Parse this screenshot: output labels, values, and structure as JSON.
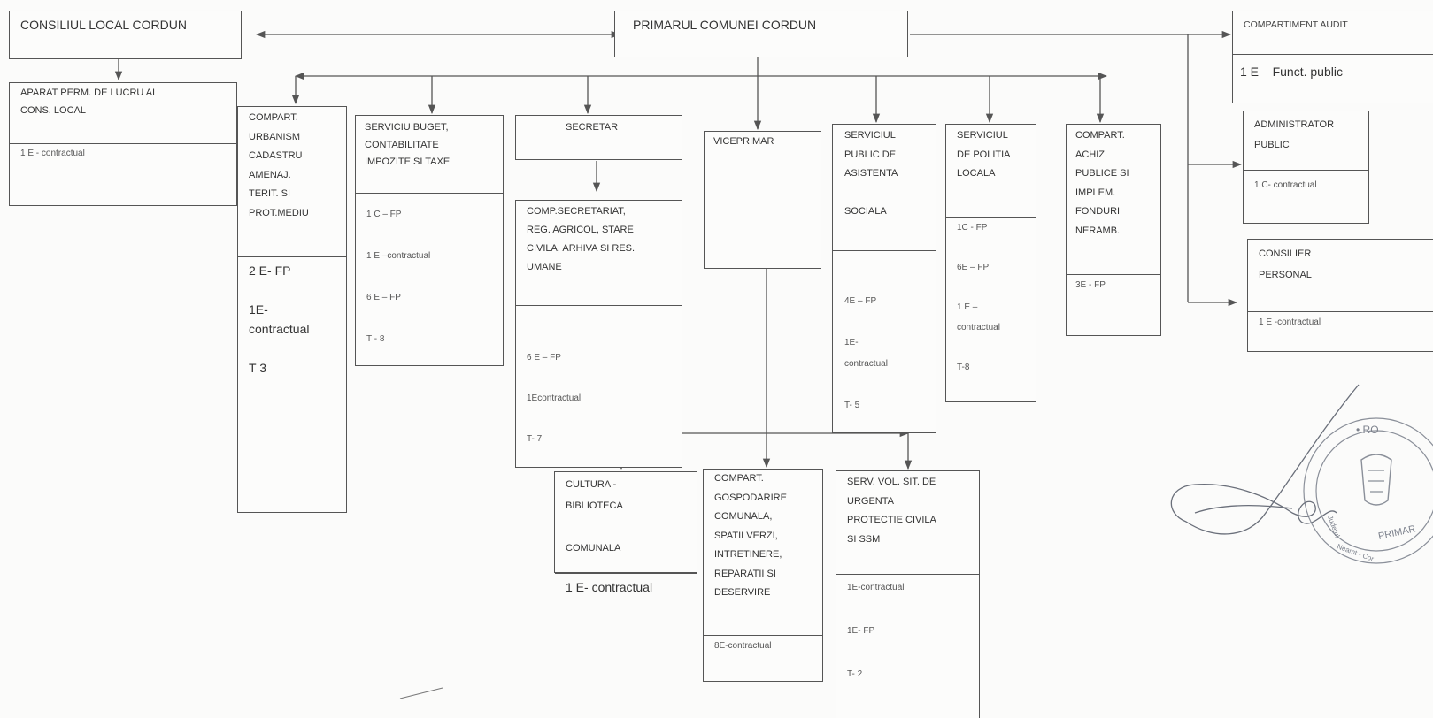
{
  "nodes": {
    "consiliu": {
      "title": "CONSILIUL LOCAL CORDUN"
    },
    "primar": {
      "title": "PRIMARUL COMUNEI CORDUN"
    },
    "audit": {
      "title": "COMPARTIMENT AUDIT",
      "staff": "1 E – Funct. public"
    },
    "aparat": {
      "title": "APARAT PERM. DE LUCRU AL\nCONS. LOCAL",
      "staff": "1 E - contractual"
    },
    "urbanism": {
      "title": "COMPART.\nURBANISM\nCADASTRU\nAMENAJ.\nTERIT. SI\nPROT.MEDIU",
      "staff": "2 E- FP\n\n1E-\ncontractual\n\nT 3"
    },
    "buget": {
      "title": "SERVICIU BUGET,\nCONTABILITATE\nIMPOZITE SI TAXE",
      "staff": "1 C – FP\n\n1 E –contractual\n\n6 E – FP\n\nT - 8"
    },
    "secretar": {
      "title": "SECRETAR"
    },
    "compsecretariat": {
      "title": "COMP.SECRETARIAT,\nREG. AGRICOL, STARE\nCIVILA, ARHIVA SI RES.\nUMANE",
      "staff": "6 E – FP\n\n1Econtractual\n\nT- 7"
    },
    "viceprimar": {
      "title": "VICEPRIMAR"
    },
    "asistenta": {
      "title": "SERVICIUL\nPUBLIC DE\nASISTENTA\n\nSOCIALA",
      "staff": "4E – FP\n\n1E-\ncontractual\n\nT- 5"
    },
    "politia": {
      "title": "SERVICIUL\nDE POLITIA\nLOCALA",
      "staff": "1C - FP\n\n6E – FP\n\n1 E –\ncontractual\n\nT-8"
    },
    "achizitii": {
      "title": "COMPART.\nACHIZ.\nPUBLICE SI\nIMPLEM.\nFONDURI\nNERAMB.",
      "staff": "3E - FP"
    },
    "admin": {
      "title": "ADMINISTRATOR\nPUBLIC",
      "staff": "1 C- contractual"
    },
    "consilier": {
      "title": "CONSILIER\nPERSONAL",
      "staff": "1 E -contractual"
    },
    "cultura": {
      "title": "CULTURA -\nBIBLIOTECA\n\nCOMUNALA",
      "staff": "1 E- contractual"
    },
    "gospodarire": {
      "title": "COMPART.\nGOSPODARIRE\nCOMUNALA,\nSPATII VERZI,\nINTRETINERE,\nREPARATII SI\nDESERVIRE",
      "staff": "8E-contractual"
    },
    "urgenta": {
      "title": "SERV. VOL. SIT. DE\nURGENTA\nPROTECTIE CIVILA\nSI SSM",
      "staff": "1E-contractual\n\n1E- FP\n\nT- 2"
    }
  },
  "stamp": {
    "text": "ROMANIA · Judetul Neamt · PRIMARIA Cordun",
    "color": "#8a8f99"
  },
  "colors": {
    "line": "#555555",
    "ink": "#2a2a2a"
  }
}
